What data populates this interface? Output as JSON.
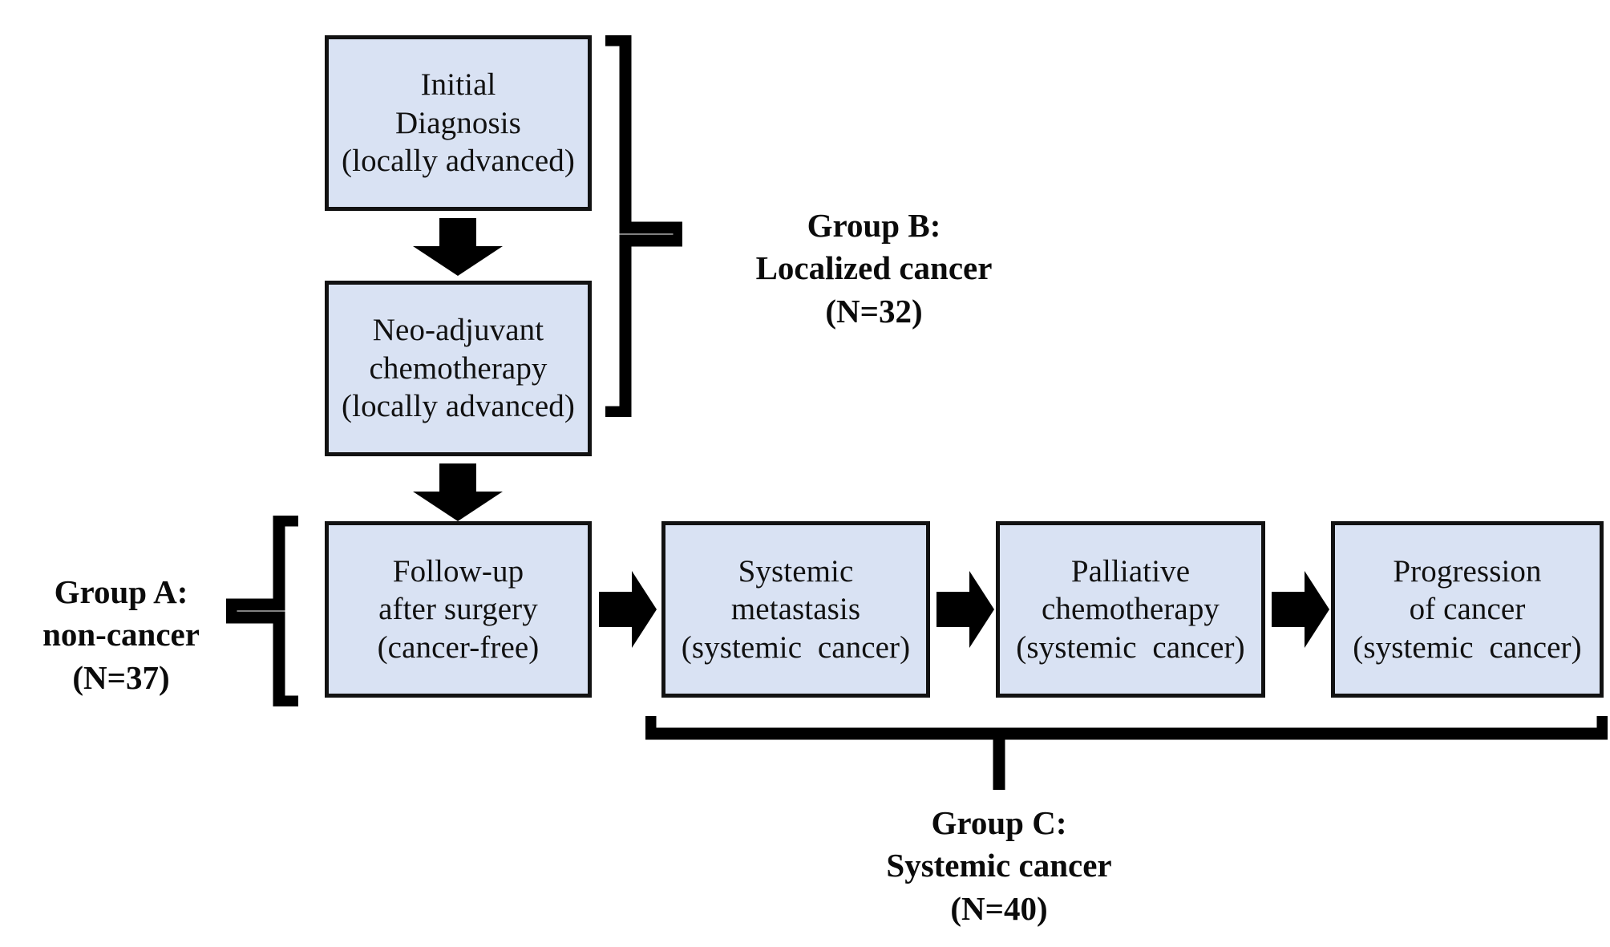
{
  "figure": {
    "kind": "clinical-cohort-flow-diagram",
    "box_fill_color": "#d9e2f3",
    "box_border_color": "#121212",
    "arrow_color": "#000000",
    "bracket_color": "#000000",
    "background_color": "#ffffff"
  },
  "boxes": [
    {
      "id": "initial-diagnosis",
      "lines": [
        "Initial",
        "Diagnosis",
        "(locally advanced)"
      ]
    },
    {
      "id": "neoadjuvant-chemotherapy",
      "lines": [
        "Neo-adjuvant",
        "chemotherapy",
        "(locally advanced)"
      ]
    },
    {
      "id": "follow-up-after-surgery",
      "lines": [
        "Follow-up",
        "after surgery",
        "(cancer-free)"
      ]
    },
    {
      "id": "systemic-metastasis",
      "lines": [
        "Systemic",
        "metastasis",
        "(systemic  cancer)"
      ]
    },
    {
      "id": "palliative-chemotherapy",
      "lines": [
        "Palliative",
        "chemotherapy",
        "(systemic  cancer)"
      ]
    },
    {
      "id": "progression-of-cancer",
      "lines": [
        "Progression",
        "of cancer",
        "(systemic  cancer)"
      ]
    }
  ],
  "groups": [
    {
      "id": "group-a",
      "lines": [
        "Group A:",
        "non-cancer",
        "(N=37)"
      ],
      "name": "Group A:",
      "description": "non-cancer",
      "count_label": "(N=37)",
      "n": 37
    },
    {
      "id": "group-b",
      "lines": [
        "Group B:",
        "Localized cancer",
        "(N=32)"
      ],
      "name": "Group B:",
      "description": "Localized cancer",
      "count_label": "(N=32)",
      "n": 32
    },
    {
      "id": "group-c",
      "lines": [
        "Group C:",
        "Systemic cancer",
        "(N=40)"
      ],
      "name": "Group C:",
      "description": "Systemic cancer",
      "count_label": "(N=40)",
      "n": 40
    }
  ],
  "arrows": [
    {
      "id": "arrow-diagnosis-to-neoadjuvant",
      "direction": "down"
    },
    {
      "id": "arrow-neoadjuvant-to-followup",
      "direction": "down"
    },
    {
      "id": "arrow-followup-to-metastasis",
      "direction": "right"
    },
    {
      "id": "arrow-metastasis-to-palliative",
      "direction": "right"
    },
    {
      "id": "arrow-palliative-to-progression",
      "direction": "right"
    }
  ],
  "brackets": [
    {
      "id": "bracket-group-b",
      "orientation": "vertical-right-facing"
    },
    {
      "id": "bracket-group-a",
      "orientation": "vertical-left-facing"
    },
    {
      "id": "bracket-group-c",
      "orientation": "horizontal-bottom-facing"
    }
  ]
}
